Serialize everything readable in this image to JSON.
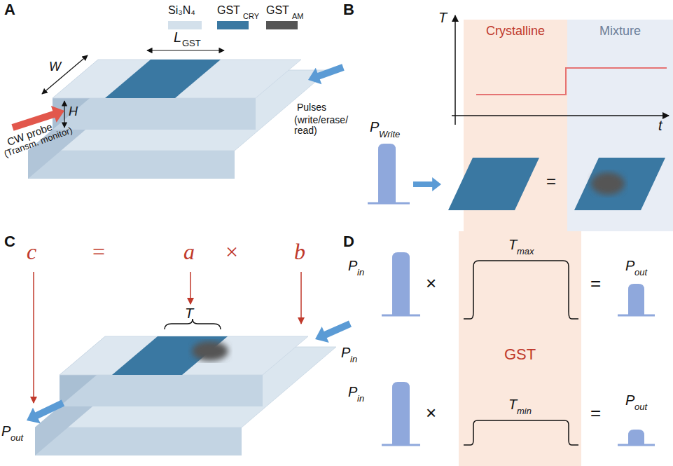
{
  "diagram": {
    "nodes": [
      {
        "text": [
          "Crystalline"
        ]
      },
      {
        "text": [
          "Mixture"
        ]
      },
      {
        "text": [
          "GST"
        ]
      }
    ],
    "labels": [
      "A",
      "L",
      "GST",
      "W",
      "H",
      "CW probe",
      "(Transm. monitor)",
      "Pulses",
      "(write/erase/ read)",
      "CRY",
      "AM",
      "B",
      "T",
      "t",
      "P",
      "Write",
      "=",
      "C",
      "c",
      "=",
      "a",
      "×",
      "b",
      "T",
      "P",
      "in",
      "P",
      "out",
      "D",
      "P",
      "in",
      "×",
      "T",
      "max",
      "=",
      "P",
      "out",
      "P",
      "in",
      "×",
      "T",
      "min",
      "=",
      "P",
      "out"
    ],
    "legend": [
      {
        "text": "Si₃N₄",
        "color": "#d3e0eb"
      },
      {
        "text": "GST",
        "color": "#3a78a2"
      },
      {
        "text": "GST",
        "color": "#555555"
      }
    ]
  }
}
